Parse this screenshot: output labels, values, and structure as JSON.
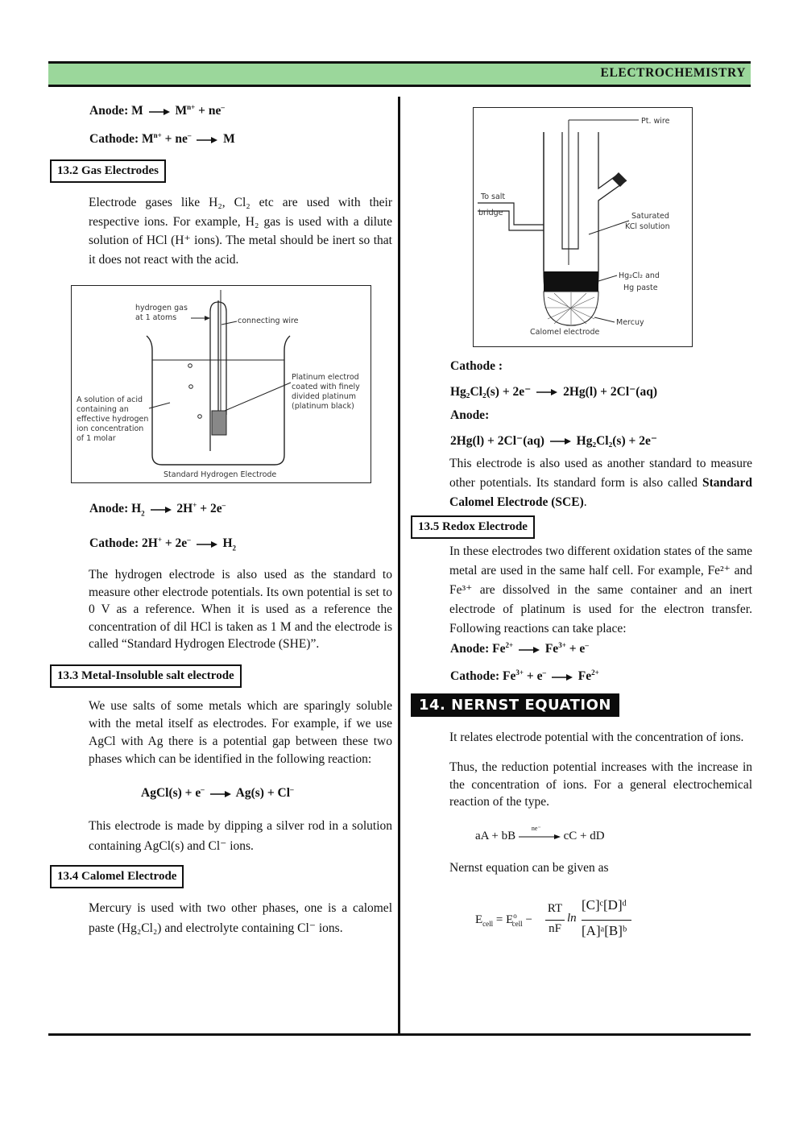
{
  "header": {
    "title": "ELECTROCHEMISTRY"
  },
  "left": {
    "anode1": {
      "label": "Anode: M",
      "product": "M",
      "charge": "n+",
      "plus": "+  ne",
      "e_charge": "–"
    },
    "cathode1": {
      "label": "Cathode: M",
      "charge": "n+",
      "mid": "+ ne",
      "e_charge": "–",
      "product": "M"
    },
    "sec_13_2": "13.2  Gas Electrodes",
    "gas_para": "Electrode gases like H₂, Cl₂ etc are used with their respective ions. For example, H₂ gas is used with a dilute solution of HCl (H⁺ ions). The metal should be inert so that it does not react with the acid.",
    "she_figure": {
      "label_gas": "hydrogen gas",
      "label_gas2": "at 1 atoms",
      "label_wire": "connecting wire",
      "label_pt1": "Platinum electrod",
      "label_pt2": "coated with finely",
      "label_pt3": "divided platinum",
      "label_pt4": "(platinum black)",
      "label_sol1": "A solution of acid",
      "label_sol2": "containing an",
      "label_sol3": "effective hydrogen",
      "label_sol4": "ion concentration",
      "label_sol5": "of 1 molar",
      "caption": "Standard Hydrogen Electrode"
    },
    "anode2": {
      "label": "Anode: H",
      "sub": "2",
      "product": "2H",
      "charge": "+",
      "tail": "+  2e",
      "e_charge": "–"
    },
    "cathode2": {
      "label": "Cathode: 2H",
      "charge": "+",
      "mid": "+ 2e",
      "e_charge": "–",
      "product": "H",
      "sub": "2"
    },
    "she_para": "The hydrogen electrode is also used as the standard to measure other electrode potentials. Its own potential is set to 0 V as a reference. When it is used as a reference the concentration of dil HCl is taken as 1 M and the electrode is called “Standard Hydrogen Electrode (SHE)”.",
    "sec_13_3": "13.3  Metal-Insoluble salt electrode",
    "salt_para": "We use salts of some metals which are sparingly soluble with the metal itself as electrodes. For example, if we use AgCl with Ag there is a potential gap between these two phases which can be identified in the following reaction:",
    "agcl_eq": {
      "left": "AgCl(s) + e",
      "e_charge": "–",
      "right": "Ag(s) + Cl",
      "cl_charge": "–"
    },
    "silver_para": "This electrode is made by dipping a silver rod in a solution containing AgCl(s) and Cl⁻ ions.",
    "sec_13_4": "13.4  Calomel Electrode",
    "calomel_para": "Mercury is used with two other phases, one is a calomel paste (Hg₂Cl₂) and electrolyte containing Cl⁻ ions."
  },
  "right": {
    "calomel_figure": {
      "label_pt": "Pt. wire",
      "label_salt1": "To salt",
      "label_salt2": "bridge",
      "label_kcl1": "Saturated",
      "label_kcl2": "KCl solution",
      "label_paste1": "Hg₂Cl₂ and",
      "label_paste2": "Hg paste",
      "label_hg": "Mercuy",
      "caption": "Calomel electrode"
    },
    "cathode_head": "Cathode :",
    "cathode_eq": {
      "left": "Hg₂Cl₂(s) + 2e⁻",
      "right": "2Hg(l) + 2Cl⁻(aq)"
    },
    "anode_head": "Anode:",
    "anode_eq": {
      "left": "2Hg(l) + 2Cl⁻(aq)",
      "right": "Hg₂Cl₂(s) + 2e⁻"
    },
    "sce_para_start": "This electrode is also used as another standard to measure other potentials. Its standard form is also called ",
    "sce_para_bold": "Standard Calomel Electrode (SCE)",
    "sce_para_end": ".",
    "sec_13_5": "13.5   Redox Electrode",
    "redox_para": "In these electrodes two different oxidation states of the same metal are used in the same half cell. For example, Fe²⁺ and Fe³⁺ are dissolved in the same container and an inert electrode of platinum is used for the electron transfer. Following reactions can take place:",
    "redox_anode": {
      "label": "Anode: Fe",
      "charge": "2+",
      "right": "Fe",
      "r_charge": "3+",
      "tail": " + e",
      "e_charge": "–"
    },
    "redox_cathode": {
      "label": "Cathode: Fe",
      "charge": "3+",
      "mid": " + e",
      "e_charge": "–",
      "right": "Fe",
      "r_charge": "2+"
    },
    "sec_14": "14.   NERNST  EQUATION",
    "nernst_p1": "It relates electrode potential with the concentration of ions.",
    "nernst_p2": "Thus, the reduction potential increases with the increase in the concentration of ions. For a general electrochemical reaction of the type.",
    "general_eq": {
      "left": "aA + bB",
      "over": "ne⁻",
      "right": "cC + dD"
    },
    "nernst_p3": "Nernst equation can be given as",
    "nernst_eq": {
      "lhs": "E",
      "lhs_sub": "cell",
      "eq": "= E",
      "e0_sup": "o",
      "e0_sub": "cell",
      "minus": "−",
      "num": "RT",
      "den": "nF",
      "ln": "ln",
      "top": "[C]ᶜ[D]ᵈ",
      "bottom": "[A]ᵃ[B]ᵇ"
    }
  }
}
